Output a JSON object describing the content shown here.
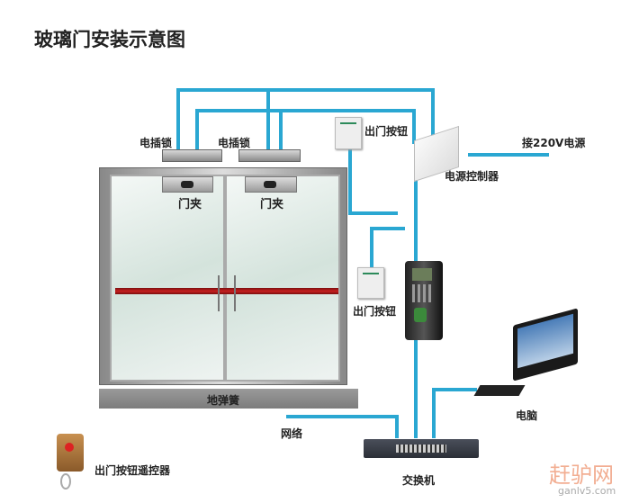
{
  "title": "玻璃门安装示意图",
  "labels": {
    "lock_1": "电插锁",
    "lock_2": "电插锁",
    "clamp_1": "门夹",
    "clamp_2": "门夹",
    "exit_button_top": "出门按钮",
    "exit_button_side": "出门按钮",
    "power_in": "接220V电源",
    "power_controller": "电源控制器",
    "floor_spring": "地弹簧",
    "network": "网络",
    "switch": "交换机",
    "computer": "电脑",
    "remote": "出门按钮遥控器"
  },
  "watermark": {
    "name": "赶驴网",
    "url": "ganlv5.com"
  },
  "colors": {
    "wire": "#2aa7d2",
    "accent_bar": "#b01818"
  }
}
